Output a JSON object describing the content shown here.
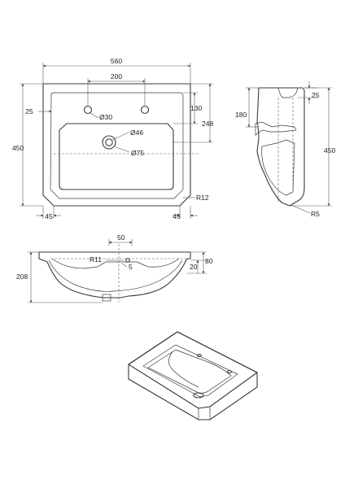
{
  "top_view": {
    "overall_width": "560",
    "tap_hole_spacing": "200",
    "left_margin": "25",
    "bowl_depth": "130",
    "rear_to_waste": "248",
    "overall_depth": "450",
    "tap_hole_dia": "Ø30",
    "waste_inner_dia": "Ø46",
    "waste_outer_dia": "Ø75",
    "corner_radius": "R12",
    "left_chamfer": "45",
    "right_chamfer": "45"
  },
  "side_view": {
    "rim_thickness": "25",
    "overflow_height": "180",
    "overall_depth": "450",
    "edge_radius": "R5"
  },
  "front_view": {
    "offset_50": "50",
    "radius_r11": "R11",
    "dim_5": "5",
    "dim_20": "20",
    "dim_80": "80",
    "overall_height": "208"
  },
  "colors": {
    "line": "#3a3a3a",
    "text": "#222222",
    "background": "#ffffff"
  }
}
